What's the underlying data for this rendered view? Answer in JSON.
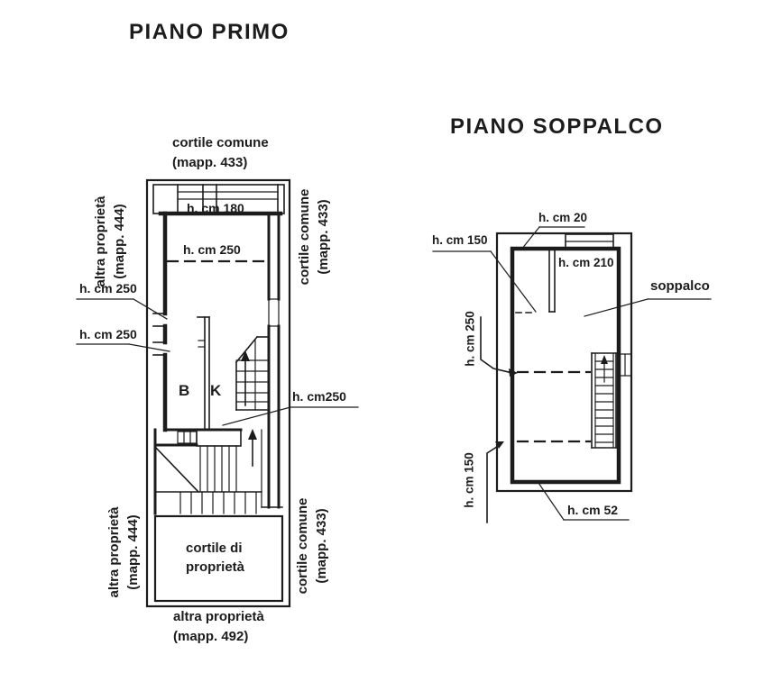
{
  "titles": {
    "piano_primo": "PIANO PRIMO",
    "piano_soppalco": "PIANO SOPPALCO"
  },
  "piano_primo": {
    "cortile_comune_top": {
      "line1": "cortile comune",
      "line2": "(mapp. 433)"
    },
    "h_180": "h. cm 180",
    "h_250_dashed": "h. cm 250",
    "h_250_left_1": "h. cm 250",
    "h_250_left_2": "h. cm 250",
    "room_b": "B",
    "room_k": "K",
    "h_250_right": "h. cm250",
    "altra_proprieta_left_top": {
      "line1": "altra proprietà",
      "line2": "(mapp. 444)"
    },
    "cortile_comune_right_top": {
      "line1": "cortile comune",
      "line2": "(mapp. 433)"
    },
    "cortile_di_proprieta": {
      "line1": "cortile di",
      "line2": "proprietà"
    },
    "altra_proprieta_left_bottom": {
      "line1": "altra proprietà",
      "line2": "(mapp. 444)"
    },
    "cortile_comune_right_bottom": {
      "line1": "cortile comune",
      "line2": "(mapp. 433)"
    },
    "altra_proprieta_bottom": {
      "line1": "altra proprietà",
      "line2": "(mapp. 492)"
    }
  },
  "piano_soppalco": {
    "h_20": "h. cm 20",
    "h_150_top": "h. cm 150",
    "h_210": "h. cm 210",
    "soppalco": "soppalco",
    "h_250_side": "h. cm 250",
    "h_150_side": "h. cm 150",
    "h_52": "h. cm 52"
  },
  "colors": {
    "ink": "#1c1c1c",
    "paper": "#ffffff"
  }
}
